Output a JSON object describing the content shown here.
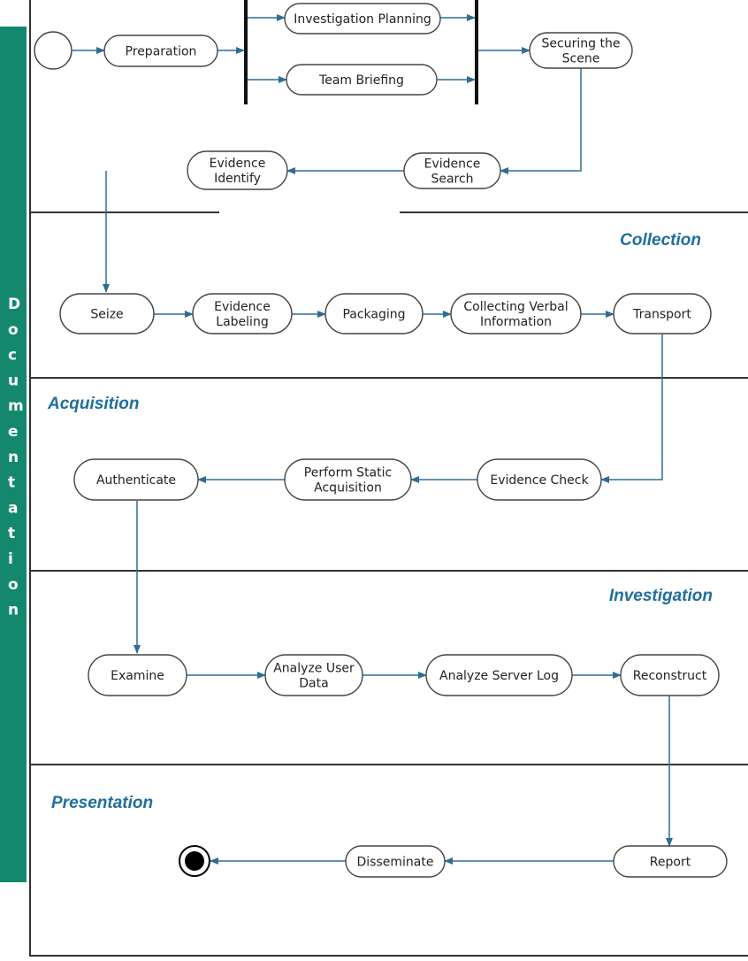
{
  "sidebar": {
    "label": "Documentation",
    "color": "#14886f"
  },
  "colors": {
    "lane_title": "#1f6e9e",
    "arrow": "#2e6d93",
    "lane_border": "#333333",
    "node_border": "#444444"
  },
  "lanes": {
    "collection": "Collection",
    "acquisition": "Acquisition",
    "investigation": "Investigation",
    "presentation": "Presentation"
  },
  "nodes": {
    "preparation": [
      "Preparation"
    ],
    "investigation_planning": [
      "Investigation Planning"
    ],
    "team_briefing": [
      "Team Briefing"
    ],
    "securing_scene": [
      "Securing the",
      "Scene"
    ],
    "evidence_search": [
      "Evidence",
      "Search"
    ],
    "evidence_identify": [
      "Evidence",
      "Identify"
    ],
    "seize": [
      "Seize"
    ],
    "evidence_labeling": [
      "Evidence",
      "Labeling"
    ],
    "packaging": [
      "Packaging"
    ],
    "collecting_verbal": [
      "Collecting Verbal",
      "Information"
    ],
    "transport": [
      "Transport"
    ],
    "evidence_check": [
      "Evidence Check"
    ],
    "static_acquisition": [
      "Perform Static",
      "Acquisition"
    ],
    "authenticate": [
      "Authenticate"
    ],
    "examine": [
      "Examine"
    ],
    "analyze_user_data": [
      "Analyze User",
      "Data"
    ],
    "analyze_server_log": [
      "Analyze Server Log"
    ],
    "reconstruct": [
      "Reconstruct"
    ],
    "report": [
      "Report"
    ],
    "disseminate": [
      "Disseminate"
    ]
  }
}
